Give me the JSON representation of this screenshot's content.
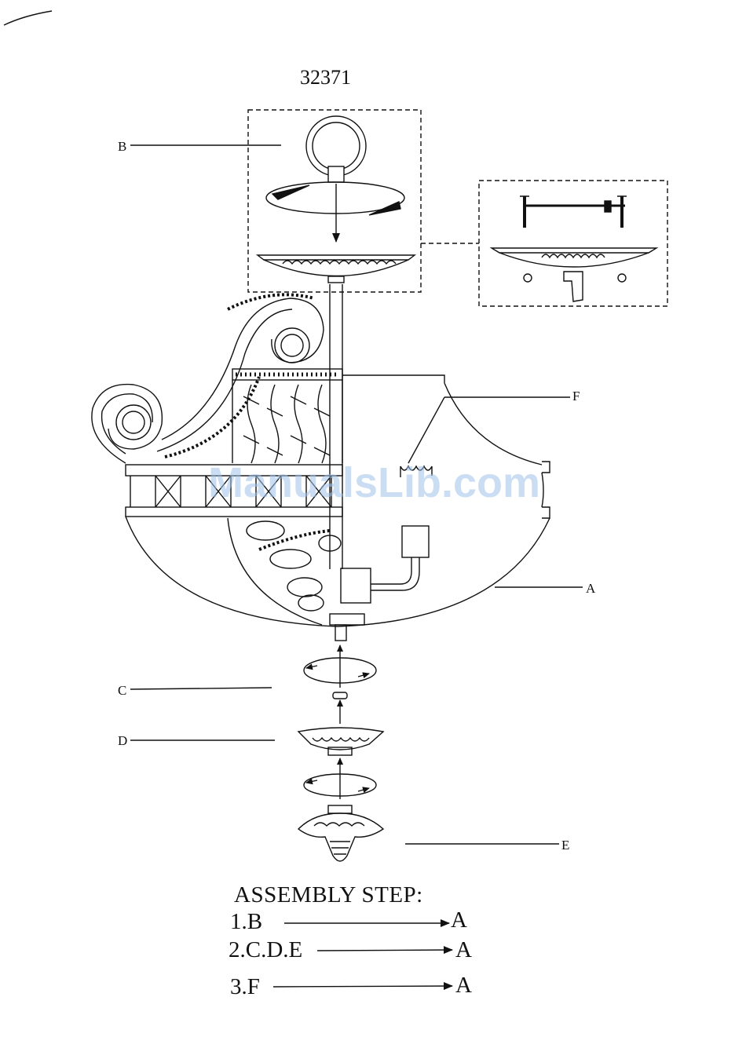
{
  "model_number": "32371",
  "labels": {
    "a": "A",
    "b": "B",
    "c": "C",
    "d": "D",
    "e": "E",
    "f": "F"
  },
  "assembly": {
    "title": "ASSEMBLY STEP:",
    "steps": [
      {
        "text": "1.B",
        "target": "A"
      },
      {
        "text": "2.C.D.E",
        "target": "A"
      },
      {
        "text": "3.F",
        "target": "A"
      }
    ]
  },
  "watermark": "ManualsLib.com",
  "colors": {
    "ink": "#111111",
    "watermark": "#9fc3ea"
  }
}
